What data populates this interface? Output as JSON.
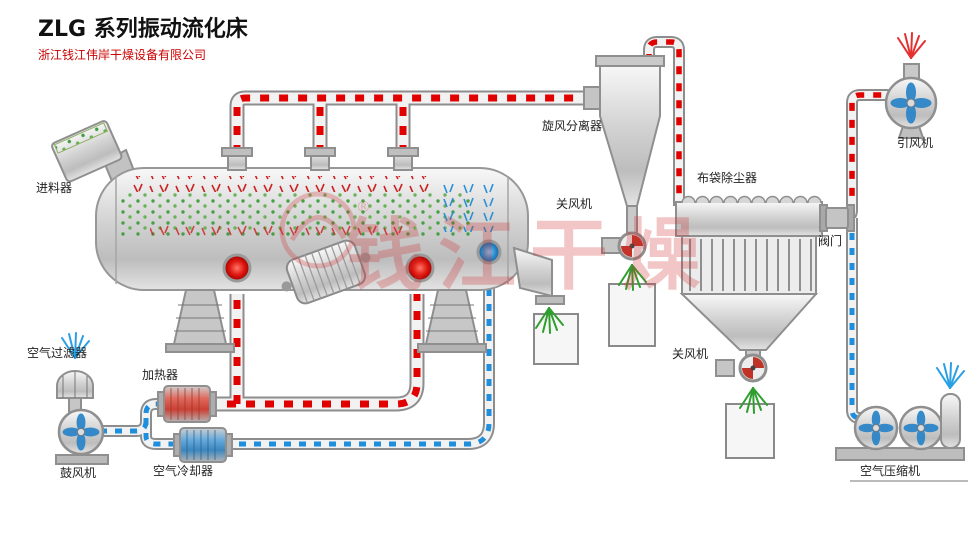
{
  "header": {
    "title": "ZLG 系列振动流化床",
    "company": "浙江钱江伟岸干燥设备有限公司"
  },
  "labels": {
    "feeder": "进料器",
    "cyclone": "旋风分离器",
    "rotary_valve_cyclone": "关风机",
    "bag_filter": "布袋除尘器",
    "valve": "阀门",
    "induced_fan": "引风机",
    "rotary_valve_bag": "关风机",
    "air_filter": "空气过滤器",
    "blower": "鼓风机",
    "heater": "加热器",
    "air_cooler": "空气冷却器",
    "air_compressor": "空气压缩机"
  },
  "watermark": {
    "text": "钱江干燥",
    "registered": "®"
  },
  "colors": {
    "hot_pipe": "#e10000",
    "cold_pipe": "#1f8fdd",
    "company_text": "#cc0000",
    "title_text": "#111111",
    "watermark_red": "#d03030",
    "material_green": "#3f9d3f"
  }
}
